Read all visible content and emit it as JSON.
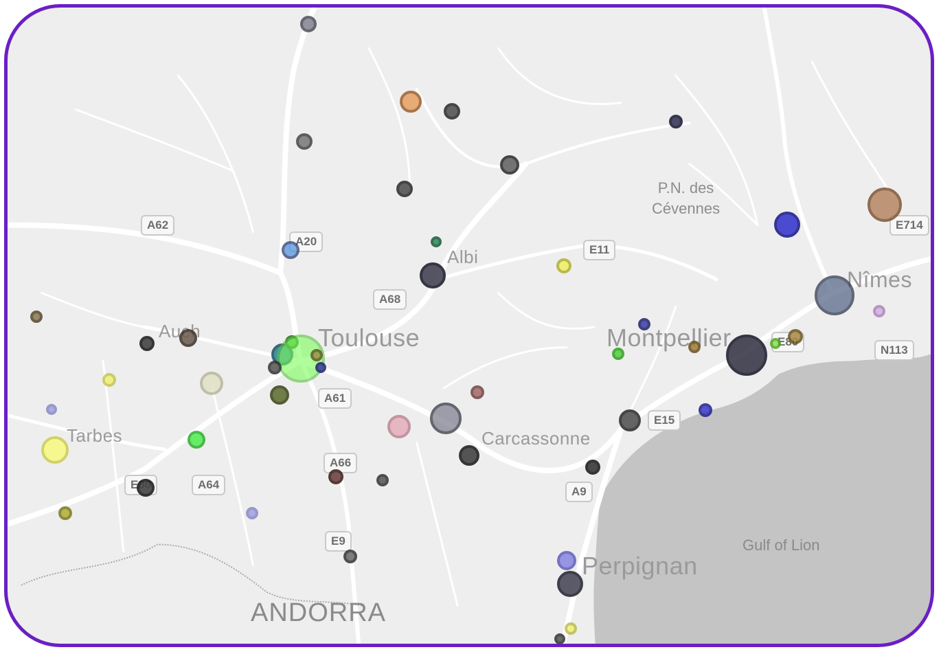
{
  "map": {
    "cities": {
      "toulouse": "Toulouse",
      "albi": "Albi",
      "auch": "Auch",
      "tarbes": "Tarbes",
      "carcassonne": "Carcassonne",
      "montpellier": "Montpellier",
      "nimes": "Nîmes",
      "perpignan": "Perpignan"
    },
    "regions": {
      "cevennes_line1": "P.N. des",
      "cevennes_line2": "Cévennes",
      "gulf": "Gulf of Lion",
      "andorra": "ANDORRA"
    },
    "road_shields": {
      "a62": "A62",
      "a20": "A20",
      "a68": "A68",
      "e11": "E11",
      "a61": "A61",
      "a66": "A66",
      "a64": "A64",
      "e80": "E80",
      "e9": "E9",
      "e15": "E15",
      "a9": "A9",
      "n113": "N113",
      "e714": "E714",
      "e80b": "E80"
    },
    "colors": {
      "frame": "#6a1fc4",
      "land": "#eeeeee",
      "sea": "#c4c4c4",
      "roads": "#ffffff"
    },
    "markers": [
      {
        "fill": "#7a7a8a",
        "stroke": "#444450",
        "opacity": 0.8
      },
      {
        "fill": "#e8a060",
        "stroke": "#9a6030",
        "opacity": 0.85
      },
      {
        "fill": "#555555",
        "stroke": "#333333",
        "opacity": 0.9
      },
      {
        "fill": "#3a3a5a",
        "stroke": "#22223a",
        "opacity": 0.9
      },
      {
        "fill": "#777777",
        "stroke": "#444444",
        "opacity": 0.85
      },
      {
        "fill": "#666666",
        "stroke": "#333333",
        "opacity": 0.9
      },
      {
        "fill": "#555555",
        "stroke": "#333333",
        "opacity": 0.9
      },
      {
        "fill": "#4a90e0",
        "stroke": "#223366",
        "opacity": 0.7
      },
      {
        "fill": "#2e8b57",
        "stroke": "#1a5a3a",
        "opacity": 0.85
      },
      {
        "fill": "#444455",
        "stroke": "#222233",
        "opacity": 0.9
      },
      {
        "fill": "#f0f060",
        "stroke": "#b0b030",
        "opacity": 0.85
      },
      {
        "fill": "#b07850",
        "stroke": "#704020",
        "opacity": 0.75
      },
      {
        "fill": "#3a3acf",
        "stroke": "#22228a",
        "opacity": 0.9
      },
      {
        "fill": "#5a6a8a",
        "stroke": "#333a50",
        "opacity": 0.75
      },
      {
        "fill": "#8a7a50",
        "stroke": "#55482a",
        "opacity": 0.85
      },
      {
        "fill": "#444444",
        "stroke": "#222222",
        "opacity": 0.9
      },
      {
        "fill": "#6a5a4a",
        "stroke": "#3a3028",
        "opacity": 0.85
      },
      {
        "fill": "#2a8090",
        "stroke": "#1a5060",
        "opacity": 0.85
      },
      {
        "fill": "#3ab030",
        "stroke": "#226a1a",
        "opacity": 0.85
      },
      {
        "fill": "#7cfc5a",
        "stroke": "#58c040",
        "opacity": 0.6
      },
      {
        "fill": "#9a8a40",
        "stroke": "#5a5020",
        "opacity": 0.8
      },
      {
        "fill": "#3a3ab0",
        "stroke": "#22226a",
        "opacity": 0.85
      },
      {
        "fill": "#555555",
        "stroke": "#333333",
        "opacity": 0.85
      },
      {
        "fill": "#e0e0c0",
        "stroke": "#b0b090",
        "opacity": 0.75
      },
      {
        "fill": "#f0f060",
        "stroke": "#c0c040",
        "opacity": 0.75
      },
      {
        "fill": "#5a6a2a",
        "stroke": "#3a4218",
        "opacity": 0.85
      },
      {
        "fill": "#8080e0",
        "stroke": "#6060b0",
        "opacity": 0.6
      },
      {
        "fill": "#fafa70",
        "stroke": "#c8c840",
        "opacity": 0.75
      },
      {
        "fill": "#44ee44",
        "stroke": "#22aa22",
        "opacity": 0.8
      },
      {
        "fill": "#444444",
        "stroke": "#222222",
        "opacity": 0.9
      },
      {
        "fill": "#6a3a3a",
        "stroke": "#3a1a1a",
        "opacity": 0.85
      },
      {
        "fill": "#555555",
        "stroke": "#333333",
        "opacity": 0.85
      },
      {
        "fill": "#e0a0b0",
        "stroke": "#b07080",
        "opacity": 0.7
      },
      {
        "fill": "#8a8a9a",
        "stroke": "#444450",
        "opacity": 0.8
      },
      {
        "fill": "#a06060",
        "stroke": "#6a3a3a",
        "opacity": 0.8
      },
      {
        "fill": "#444444",
        "stroke": "#222222",
        "opacity": 0.9
      },
      {
        "fill": "#555555",
        "stroke": "#333333",
        "opacity": 0.9
      },
      {
        "fill": "#3a3a3a",
        "stroke": "#222222",
        "opacity": 0.9
      },
      {
        "fill": "#3a3acf",
        "stroke": "#22228a",
        "opacity": 0.85
      },
      {
        "fill": "#3a3a4a",
        "stroke": "#222233",
        "opacity": 0.9
      },
      {
        "fill": "#80e040",
        "stroke": "#50a020",
        "opacity": 0.8
      },
      {
        "fill": "#8080e0",
        "stroke": "#6060b0",
        "opacity": 0.6
      },
      {
        "fill": "#666666",
        "stroke": "#333333",
        "opacity": 0.85
      },
      {
        "fill": "#aa8844",
        "stroke": "#6a5522",
        "opacity": 0.85
      },
      {
        "fill": "#a08030",
        "stroke": "#6a5020",
        "opacity": 0.85
      },
      {
        "fill": "#3a3ab0",
        "stroke": "#22226a",
        "opacity": 0.85
      },
      {
        "fill": "#50d040",
        "stroke": "#30a020",
        "opacity": 0.85
      },
      {
        "fill": "#b0b030",
        "stroke": "#7a7a20",
        "opacity": 0.85
      },
      {
        "fill": "#7070e0",
        "stroke": "#4040b0",
        "opacity": 0.7
      },
      {
        "fill": "#d0a0e0",
        "stroke": "#a070b0",
        "opacity": 0.7
      },
      {
        "fill": "#f0f060",
        "stroke": "#b0b030",
        "opacity": 0.7
      },
      {
        "fill": "#555555",
        "stroke": "#333333",
        "opacity": 0.85
      },
      {
        "fill": "#4a4a5a",
        "stroke": "#2a2a3a",
        "opacity": 0.9
      }
    ]
  }
}
